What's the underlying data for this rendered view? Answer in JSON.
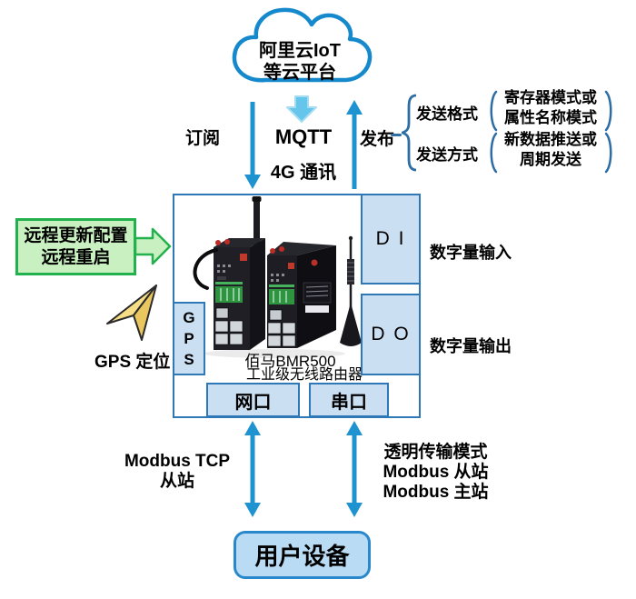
{
  "colors": {
    "arrow_blue": "#1e93cf",
    "cloud_stroke": "#1689cd",
    "light_box_fill": "#cbdff2",
    "light_box_border": "#2e78b8",
    "block_arrow_fill": "#66c5ea",
    "green_fill": "#c8f0c0",
    "green_border": "#22b14c",
    "bracket_blue": "#2e6da4",
    "user_box_fill": "#b9dcf4",
    "plane_yellow": "#f3d878"
  },
  "cloud": {
    "line1": "阿里云IoT",
    "line2": "等云平台"
  },
  "top_flow": {
    "subscribe": "订阅",
    "mqtt": "MQTT",
    "link_4g": "4G 通讯",
    "publish": "发布"
  },
  "publish_detail": {
    "format_label": "发送格式",
    "format_line1": "寄存器模式或",
    "format_line2": "属性名称模式",
    "method_label": "发送方式",
    "method_line1": "新数据推送或",
    "method_line2": "周期发送"
  },
  "remote_box": {
    "line1": "远程更新配置",
    "line2": "远程重启"
  },
  "gps": {
    "letters": [
      "G",
      "P",
      "S"
    ],
    "label": "GPS 定位"
  },
  "router": {
    "name_line1": "佰马BMR500",
    "name_line2": "工业级无线路由器",
    "lan_port": "网口",
    "serial_port": "串口",
    "di": "D I",
    "do": "D O",
    "di_label": "数字量输入",
    "do_label": "数字量输出"
  },
  "bottom": {
    "lan_protocol_line1": "Modbus TCP",
    "lan_protocol_line2": "从站",
    "serial_protocol_line1": "透明传输模式",
    "serial_protocol_line2": "Modbus 从站",
    "serial_protocol_line3": "Modbus 主站",
    "user_device": "用户设备"
  }
}
